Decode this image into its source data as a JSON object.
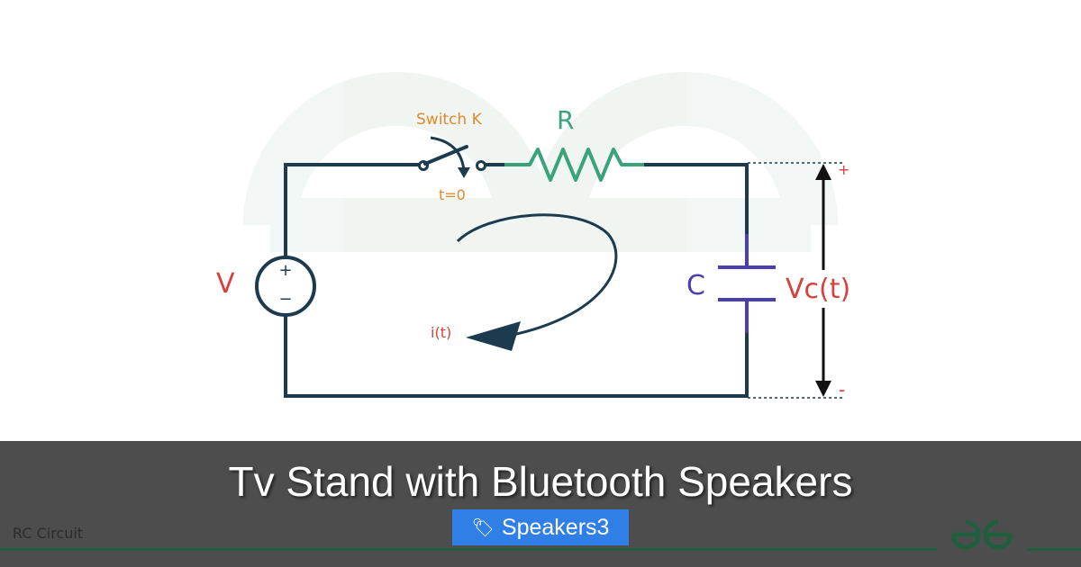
{
  "diagram": {
    "switch_label": "Switch K",
    "switch_time": "t=0",
    "resistor_label": "R",
    "source_label": "V",
    "source_plus": "+",
    "source_minus": "−",
    "capacitor_label": "C",
    "voltage_label": "Vc(t)",
    "voltage_plus": "+",
    "voltage_minus": "-",
    "current_label": "i(t)",
    "colors": {
      "wire": "#1c3b4e",
      "switch_text": "#e08a2c",
      "resistor": "#3aa37a",
      "capacitor": "#4a3fb0",
      "red_text": "#d6413b"
    }
  },
  "caption": {
    "source_text": "RC Circuit",
    "headline": "Tv Stand with Bluetooth Speakers",
    "tag_icon": "tag-icon",
    "tag": "Speakers3"
  },
  "brand": {
    "logo": "geeksforgeeks-logo",
    "color": "#1f5f3e"
  }
}
